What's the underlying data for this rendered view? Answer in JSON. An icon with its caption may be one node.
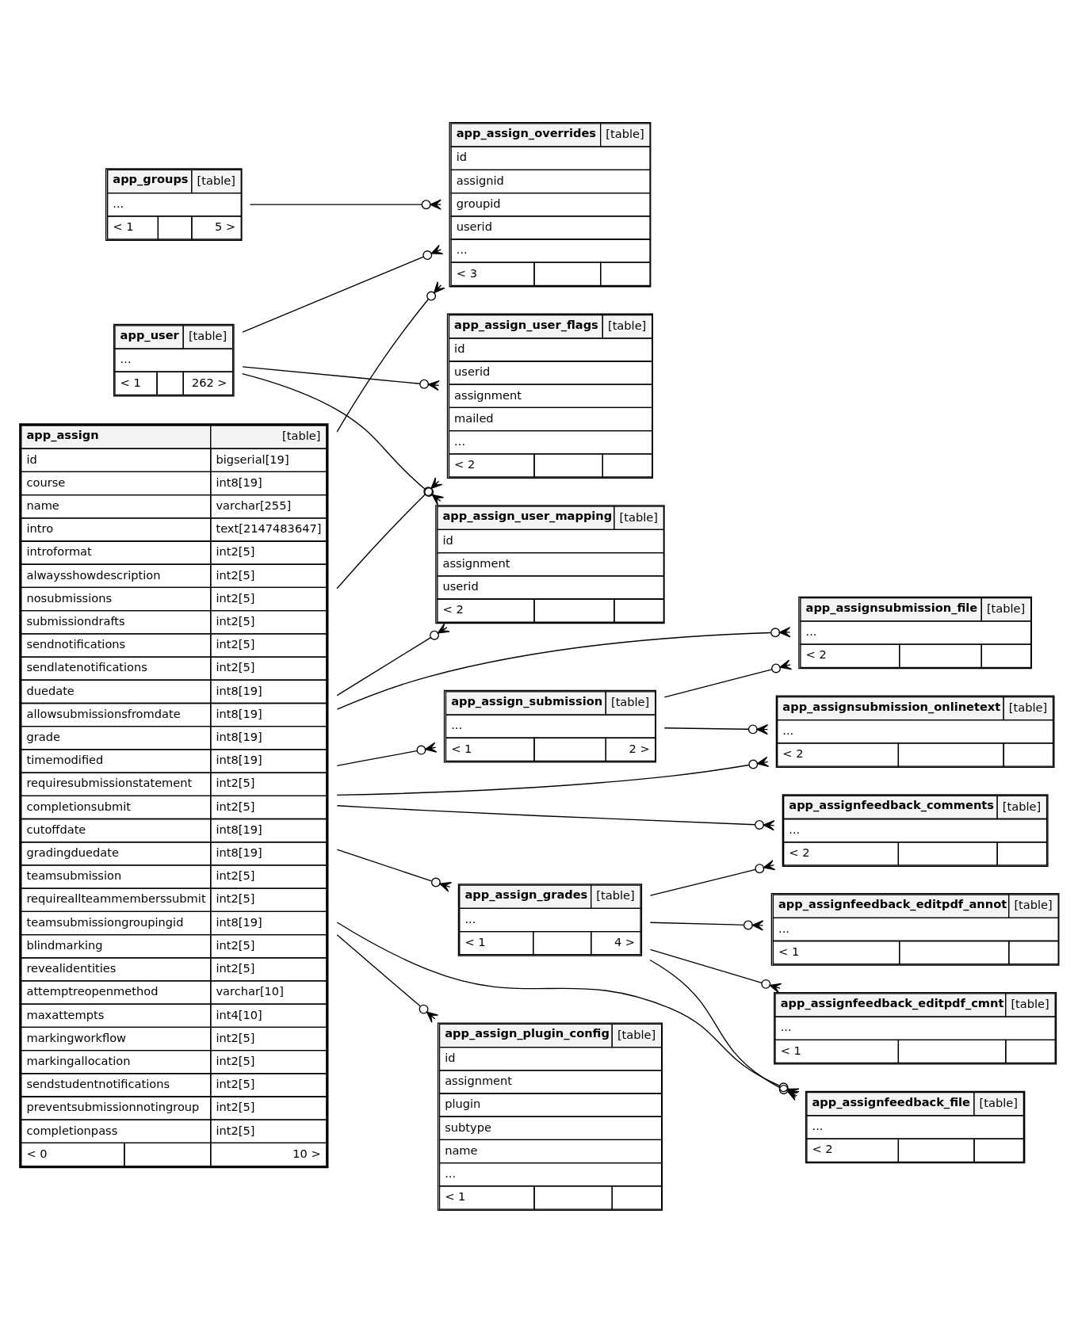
{
  "diagram": {
    "nodes": [
      {
        "text": [
          "app_assign_overrides",
          "[table]",
          "id",
          "assignid",
          "groupid",
          "userid",
          "...",
          "< 3"
        ]
      },
      {
        "text": [
          "app_groups",
          "[table]",
          "...",
          "< 1",
          "5 >"
        ]
      },
      {
        "text": [
          "app_assign_user_flags",
          "[table]",
          "id",
          "userid",
          "assignment",
          "mailed",
          "...",
          "< 2"
        ]
      },
      {
        "text": [
          "app_user",
          "[table]",
          "...",
          "< 1",
          "262 >"
        ]
      },
      {
        "text": [
          "app_assign_user_mapping",
          "[table]",
          "id",
          "assignment",
          "userid",
          "< 2"
        ]
      },
      {
        "text": [
          "app_assignsubmission_file",
          "[table]",
          "...",
          "< 2"
        ]
      },
      {
        "text": [
          "app_assign_submission",
          "[table]",
          "...",
          "< 1",
          "2 >"
        ]
      },
      {
        "text": [
          "app_assignsubmission_onlinetext",
          "[table]",
          "...",
          "< 2"
        ]
      },
      {
        "text": [
          "app_assign",
          "[table]",
          "id",
          "bigserial[19]",
          "course",
          "int8[19]",
          "name",
          "varchar[255]",
          "intro",
          "text[2147483647]",
          "introformat",
          "int2[5]",
          "alwaysshowdescription",
          "int2[5]",
          "nosubmissions",
          "int2[5]",
          "submissiondrafts",
          "int2[5]",
          "sendnotifications",
          "int2[5]",
          "sendlatenotifications",
          "int2[5]",
          "duedate",
          "int8[19]",
          "allowsubmissionsfromdate",
          "int8[19]",
          "grade",
          "int8[19]",
          "timemodified",
          "int8[19]",
          "requiresubmissionstatement",
          "int2[5]",
          "completionsubmit",
          "int2[5]",
          "cutoffdate",
          "int8[19]",
          "gradingduedate",
          "int8[19]",
          "teamsubmission",
          "int2[5]",
          "requireallteammemberssubmit",
          "int2[5]",
          "teamsubmissiongroupingid",
          "int8[19]",
          "blindmarking",
          "int2[5]",
          "revealidentities",
          "int2[5]",
          "attemptreopenmethod",
          "varchar[10]",
          "maxattempts",
          "int4[10]",
          "markingworkflow",
          "int2[5]",
          "markingallocation",
          "int2[5]",
          "sendstudentnotifications",
          "int2[5]",
          "preventsubmissionnotingroup",
          "int2[5]",
          "completionpass",
          "int2[5]",
          "< 0",
          "10 >"
        ]
      },
      {
        "text": [
          "app_assignfeedback_comments",
          "[table]",
          "...",
          "< 2"
        ]
      },
      {
        "text": [
          "app_assign_grades",
          "[table]",
          "...",
          "< 1",
          "4 >"
        ]
      },
      {
        "text": [
          "app_assignfeedback_editpdf_annot",
          "[table]",
          "...",
          "< 1"
        ]
      },
      {
        "text": [
          "app_assignfeedback_editpdf_cmnt",
          "[table]",
          "...",
          "< 1"
        ]
      },
      {
        "text": [
          "app_assign_plugin_config",
          "[table]",
          "id",
          "assignment",
          "plugin",
          "subtype",
          "name",
          "...",
          "< 1"
        ]
      },
      {
        "text": [
          "app_assignfeedback_file",
          "[table]",
          "...",
          "< 2"
        ]
      }
    ],
    "edges": [
      {
        "from": 1,
        "to": 0,
        "arrow": "other"
      },
      {
        "from": 3,
        "to": 0,
        "arrow": "other"
      },
      {
        "from": 3,
        "to": 2,
        "arrow": "other"
      },
      {
        "from": 3,
        "to": 4,
        "arrow": "other"
      },
      {
        "from": 8,
        "to": 0,
        "arrow": "other"
      },
      {
        "from": 8,
        "to": 2,
        "arrow": "other"
      },
      {
        "from": 8,
        "to": 4,
        "arrow": "other"
      },
      {
        "from": 8,
        "to": 5,
        "arrow": "other"
      },
      {
        "from": 8,
        "to": 6,
        "arrow": "other"
      },
      {
        "from": 8,
        "to": 7,
        "arrow": "other"
      },
      {
        "from": 8,
        "to": 9,
        "arrow": "other"
      },
      {
        "from": 8,
        "to": 10,
        "arrow": "other"
      },
      {
        "from": 8,
        "to": 14,
        "arrow": "other"
      },
      {
        "from": 8,
        "to": 13,
        "arrow": "other"
      },
      {
        "from": 6,
        "to": 5,
        "arrow": "other"
      },
      {
        "from": 6,
        "to": 7,
        "arrow": "other"
      },
      {
        "from": 10,
        "to": 9,
        "arrow": "other"
      },
      {
        "from": 10,
        "to": 11,
        "arrow": "other"
      },
      {
        "from": 10,
        "to": 12,
        "arrow": "other"
      },
      {
        "from": 10,
        "to": 14,
        "arrow": "other"
      }
    ]
  }
}
